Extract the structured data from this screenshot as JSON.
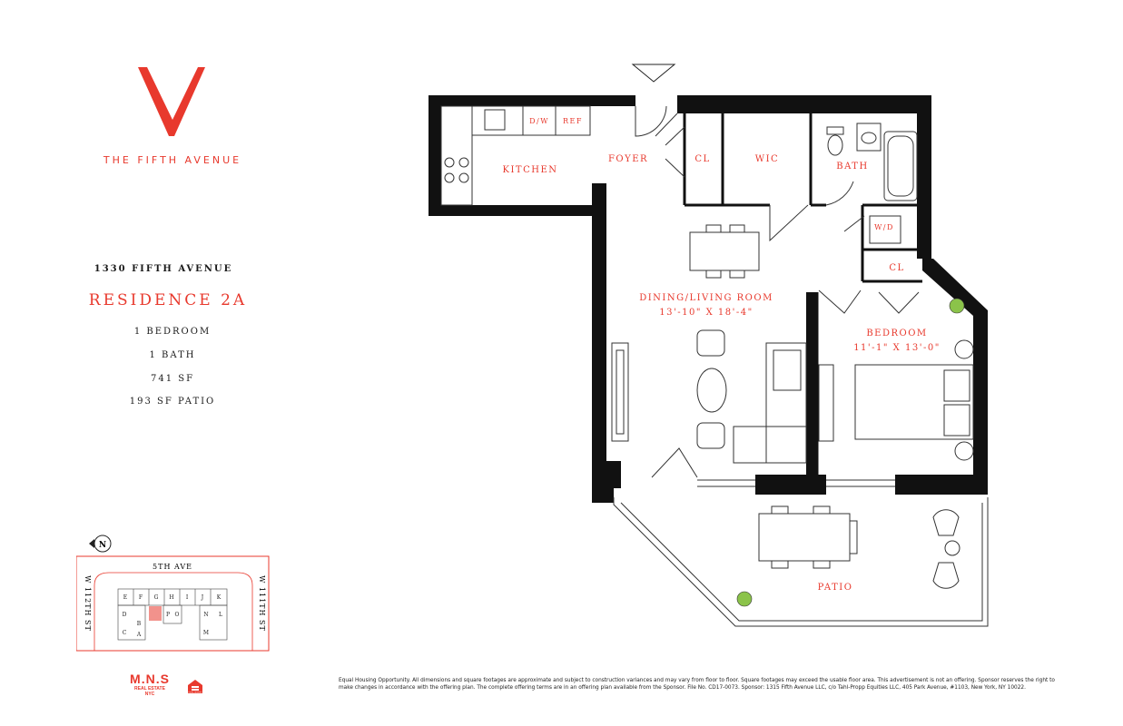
{
  "brand": {
    "logo_letter": "V",
    "name": "THE FIFTH AVENUE",
    "accent": "#e8392d"
  },
  "listing": {
    "address": "1330 FIFTH AVENUE",
    "residence": "RESIDENCE 2A",
    "bedrooms": "1 BEDROOM",
    "baths": "1 BATH",
    "size": "741 SF",
    "patio": "193 SF PATIO"
  },
  "rooms": {
    "kitchen": "KITCHEN",
    "dw": "D/W",
    "ref": "REF",
    "foyer": "FOYER",
    "cl1": "CL",
    "wic": "WIC",
    "bath": "BATH",
    "wd": "W/D",
    "cl2": "CL",
    "dining_living": "DINING/LIVING ROOM",
    "dining_living_dims": "13'-10\" X 18'-4\"",
    "bedroom": "BEDROOM",
    "bedroom_dims": "11'-1\" X 13'-0\"",
    "patio": "PATIO"
  },
  "keyplan": {
    "north": "N",
    "street_top": "5TH AVE",
    "street_left": "W 112TH ST",
    "street_right": "W 111TH ST",
    "units_top": [
      "E",
      "F",
      "G",
      "H",
      "I",
      "J",
      "K"
    ],
    "units_mid": [
      "D",
      "B",
      "P",
      "O",
      "N",
      "L"
    ],
    "units_low": [
      "C",
      "A",
      "M"
    ]
  },
  "footer": {
    "mns_name": "M.N.S",
    "mns_sub1": "REAL ESTATE",
    "mns_sub2": "NYC",
    "eho_label": "EQUAL HOUSING",
    "disclaimer": "Equal Housing Opportunity. All dimensions and square footages are approximate and subject to construction variances and may vary from floor to floor. Square footages may exceed the usable floor area. This advertisement is not an offering. Sponsor reserves the right to make changes in accordance with the offering plan. The complete offering terms are in an offering plan available from the Sponsor. File No. CD17-0073. Sponsor: 1315 Fifth Avenue LLC, c/o Tahl-Propp Equities LLC, 405 Park Avenue, #1103, New York, NY 10022."
  }
}
